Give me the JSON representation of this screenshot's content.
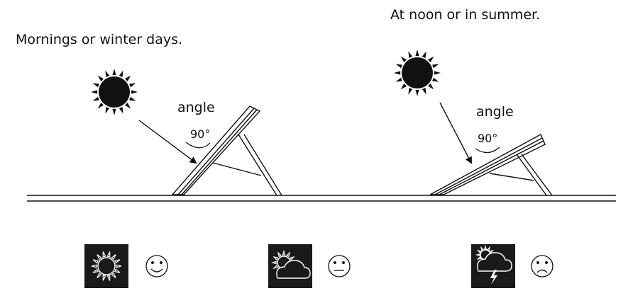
{
  "captions": {
    "left": "Mornings or winter days.",
    "right": "At noon or in summer."
  },
  "left_panel": {
    "angle_label": "angle",
    "degree_label": "90°"
  },
  "right_panel": {
    "angle_label": "angle",
    "degree_label": "90°"
  },
  "weather_icons": [
    {
      "icon": "sun-icon",
      "mood": "happy-face-icon"
    },
    {
      "icon": "partly-cloudy-icon",
      "mood": "neutral-face-icon"
    },
    {
      "icon": "thunderstorm-icon",
      "mood": "sad-face-icon"
    }
  ],
  "colors": {
    "ink": "#111111",
    "tile": "#1a1a1a",
    "background": "#ffffff"
  }
}
